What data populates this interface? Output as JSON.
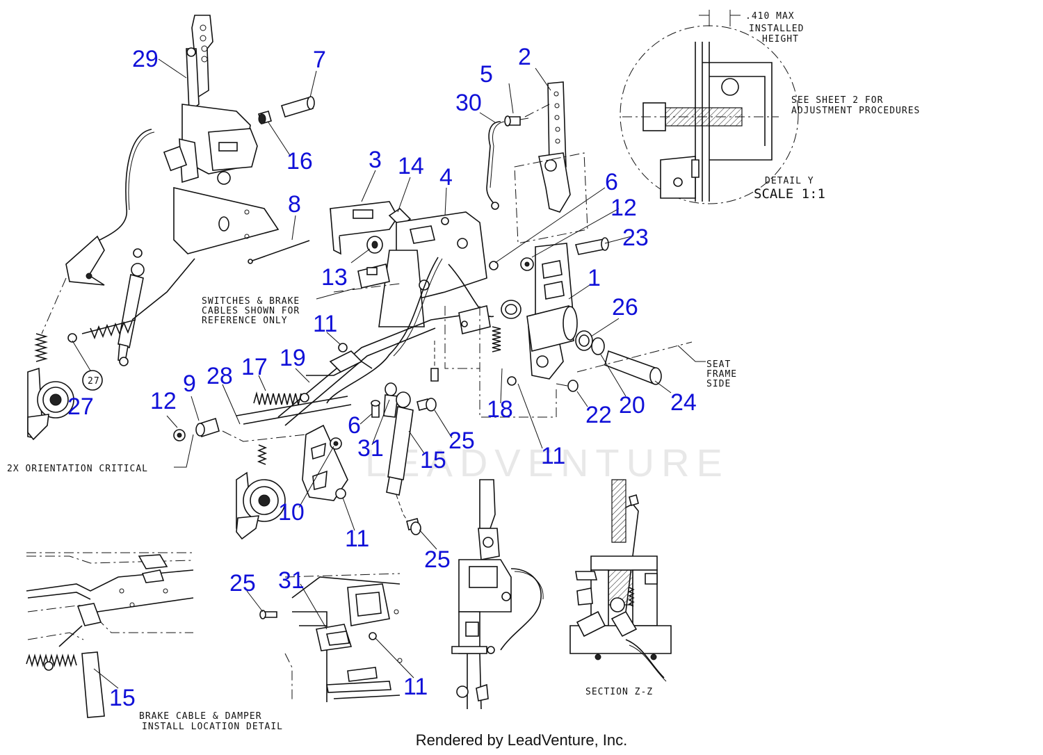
{
  "callouts": [
    {
      "label": "29"
    },
    {
      "label": "7"
    },
    {
      "label": "16"
    },
    {
      "label": "30"
    },
    {
      "label": "5"
    },
    {
      "label": "2"
    },
    {
      "label": "3"
    },
    {
      "label": "14"
    },
    {
      "label": "4"
    },
    {
      "label": "8"
    },
    {
      "label": "6"
    },
    {
      "label": "12"
    },
    {
      "label": "23"
    },
    {
      "label": "13"
    },
    {
      "label": "1"
    },
    {
      "label": "26"
    },
    {
      "label": "11"
    },
    {
      "label": "27"
    },
    {
      "label": "19"
    },
    {
      "label": "17"
    },
    {
      "label": "28"
    },
    {
      "label": "9"
    },
    {
      "label": "12"
    },
    {
      "label": "18"
    },
    {
      "label": "22"
    },
    {
      "label": "20"
    },
    {
      "label": "24"
    },
    {
      "label": "6"
    },
    {
      "label": "25"
    },
    {
      "label": "31"
    },
    {
      "label": "15"
    },
    {
      "label": "11"
    },
    {
      "label": "10"
    },
    {
      "label": "11"
    },
    {
      "label": "25"
    },
    {
      "label": "25"
    },
    {
      "label": "31"
    },
    {
      "label": "11"
    },
    {
      "label": "15"
    }
  ],
  "circled_ref": "27",
  "detail_y": {
    "max_line1": ".410 MAX",
    "max_line2": "INSTALLED",
    "max_line3": "HEIGHT",
    "see_line1": "SEE SHEET 2 FOR",
    "see_line2": "ADJUSTMENT PROCEDURES",
    "title": "DETAIL Y",
    "scale": "SCALE 1:1"
  },
  "notes": {
    "switches_line1": "SWITCHES & BRAKE",
    "switches_line2": "CABLES SHOWN FOR",
    "switches_line3": "REFERENCE ONLY",
    "seat_line1": "SEAT",
    "seat_line2": "FRAME",
    "seat_line3": "SIDE",
    "orientation": "2X ORIENTATION CRITICAL",
    "section": "SECTION Z-Z",
    "brake_line1": "BRAKE CABLE & DAMPER",
    "brake_line2": "INSTALL LOCATION DETAIL"
  },
  "watermark": "LEADVENTURE",
  "footer": "Rendered by LeadVenture, Inc.",
  "colors": {
    "callout": "#1010d8",
    "line": "#111111",
    "background": "#ffffff"
  }
}
